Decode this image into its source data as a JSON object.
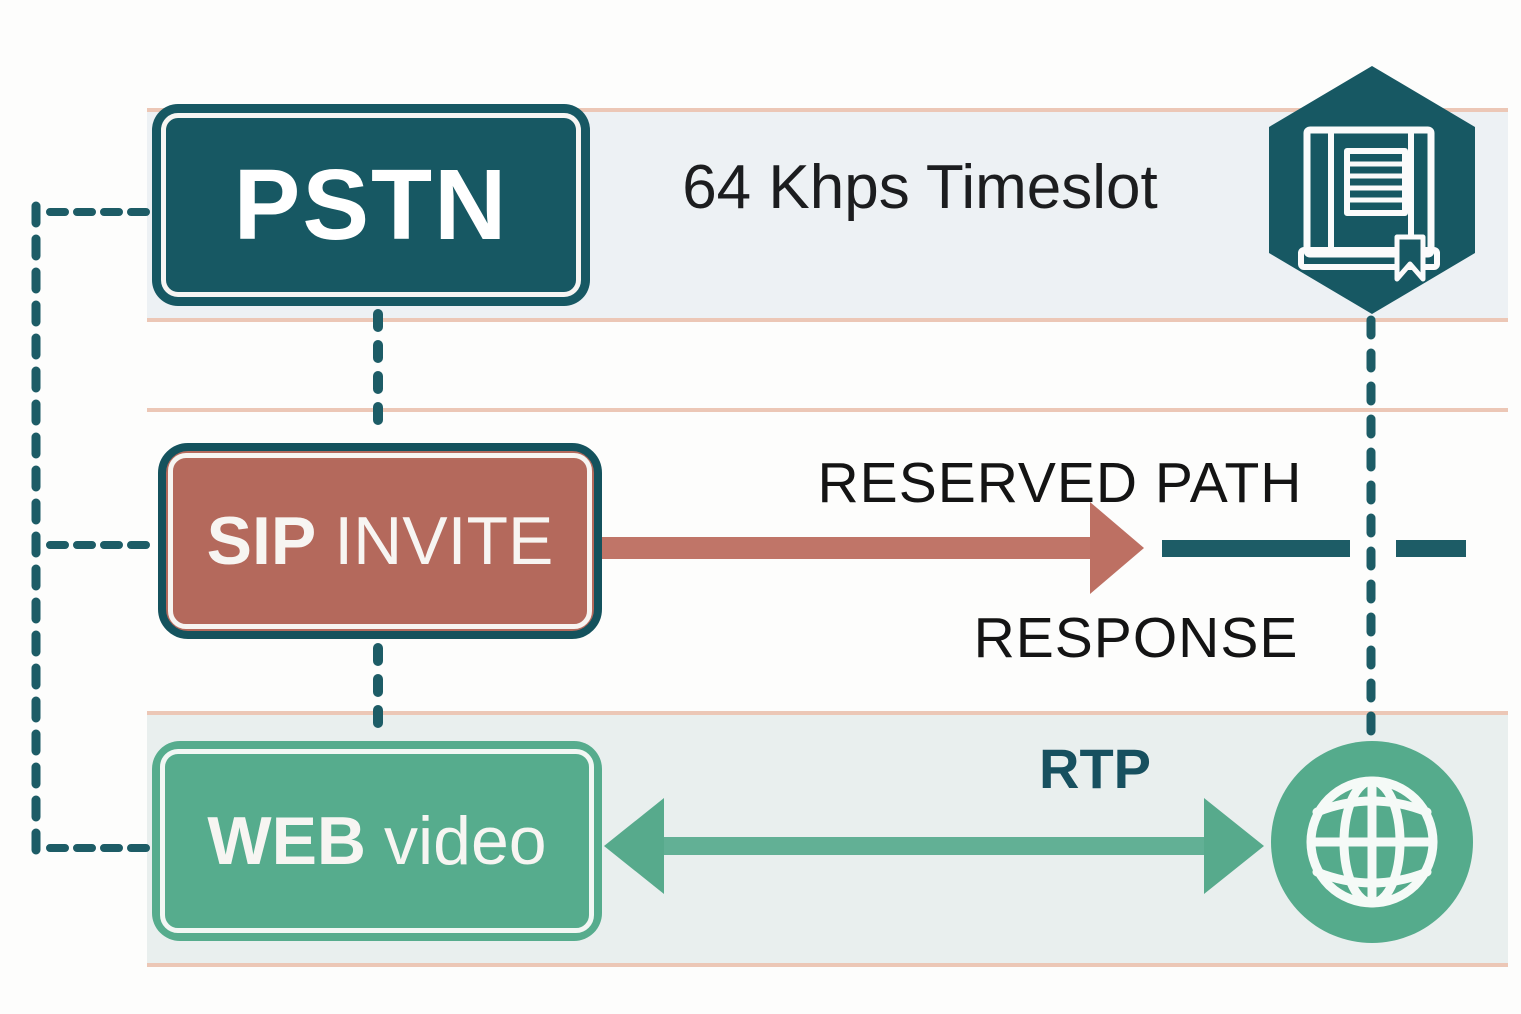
{
  "nodes": {
    "pstn": {
      "label": "PSTN"
    },
    "sip": {
      "strong": "SIP",
      "rest": "INVITE"
    },
    "web": {
      "strong": "WEB",
      "rest": "video"
    }
  },
  "labels": {
    "timeslot": "64 Khps Timeslot",
    "reserved_path": "RESERVED PATH",
    "response": "RESPONSE",
    "rtp": "RTP"
  },
  "icons": {
    "hexagon_ledger": "ledger-book-hexagon-icon",
    "globe": "globe-icon"
  },
  "colors": {
    "teal_dark": "#175863",
    "teal_border": "#14525d",
    "dash_teal": "#1d5c66",
    "terracotta": "#b4695c",
    "arrow_red": "#bf7265",
    "green": "#56ac8d",
    "arrow_green": "#5fae93",
    "salmon_line": "#ecc7b6",
    "band_bg_top": "#edf1f4",
    "band_bg_bottom": "#e9efee",
    "text_dark": "#1c1d1f",
    "rtp_text": "#17505f",
    "white_ink": "#f7f5f2"
  }
}
